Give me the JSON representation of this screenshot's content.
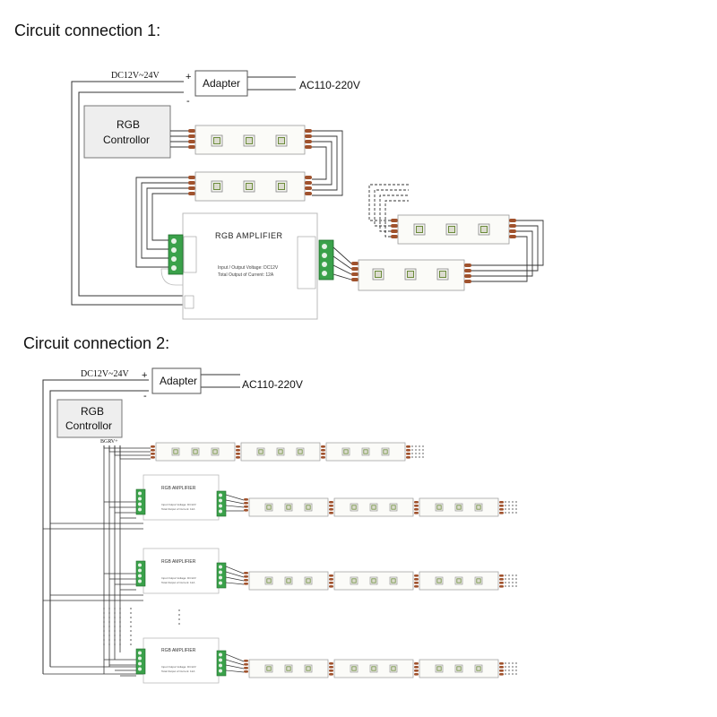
{
  "diagram1": {
    "title": "Circuit connection 1:",
    "dc_label": "DC12V~24V",
    "plus": "+",
    "minus": "-",
    "adapter": "Adapter",
    "ac_label": "AC110-220V",
    "controller_line1": "RGB",
    "controller_line2": "Controllor",
    "amplifier_title": "RGB  AMPLIFIER",
    "amplifier_spec1": "Input / Output  Voltage:  DC12V",
    "amplifier_spec2": "Total Output of Current:  12A"
  },
  "diagram2": {
    "title": "Circuit connection 2:",
    "dc_label": "DC12V~24V",
    "plus": "+",
    "minus": "-",
    "adapter": "Adapter",
    "ac_label": "AC110-220V",
    "controller_line1": "RGB",
    "controller_line2": "Controllor",
    "controller_pins": "BGRV+",
    "amplifier_title": "RGB  AMPLIFIER",
    "amplifier_spec1": "Input Output Voltage: DC12V",
    "amplifier_spec2": "Total Output of Current: 12A"
  },
  "colors": {
    "wire": "#333333",
    "terminal_green": "#3aa14a",
    "connector_brown": "#a0522d",
    "led_green": "#6a8a3a"
  }
}
